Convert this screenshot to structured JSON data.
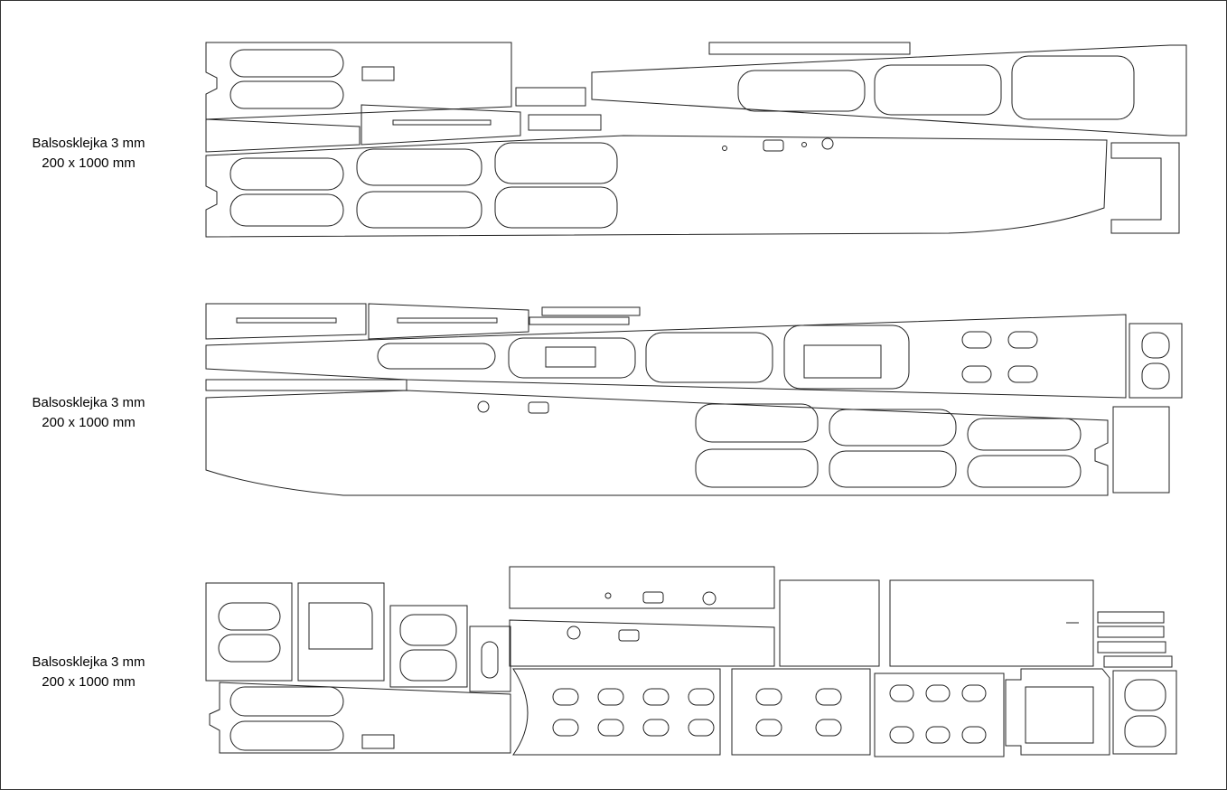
{
  "sheets": [
    {
      "material": "Balsosklejka 3 mm",
      "size": "200 x 1000 mm"
    },
    {
      "material": "Balsosklejka 3 mm",
      "size": "200 x 1000 mm"
    },
    {
      "material": "Balsosklejka 3 mm",
      "size": "200 x 1000 mm"
    }
  ],
  "colors": {
    "line": "#222222",
    "background": "#ffffff"
  }
}
